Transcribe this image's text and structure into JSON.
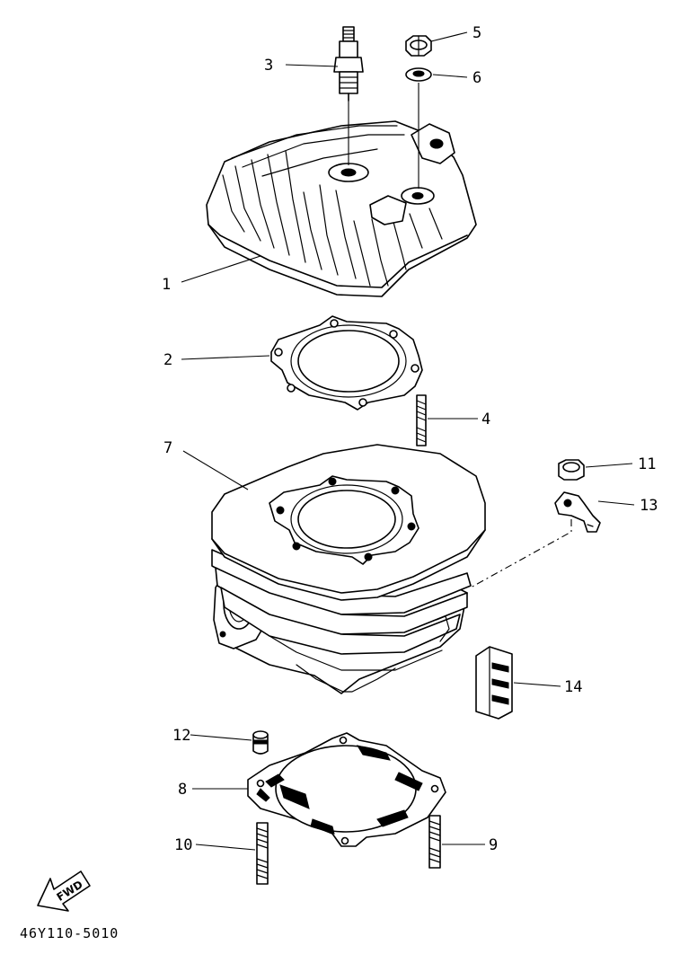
{
  "parts": [
    {
      "id": "1",
      "label": "1"
    },
    {
      "id": "2",
      "label": "2"
    },
    {
      "id": "3",
      "label": "3"
    },
    {
      "id": "4",
      "label": "4"
    },
    {
      "id": "5",
      "label": "5"
    },
    {
      "id": "6",
      "label": "6"
    },
    {
      "id": "7",
      "label": "7"
    },
    {
      "id": "8",
      "label": "8"
    },
    {
      "id": "9",
      "label": "9"
    },
    {
      "id": "10",
      "label": "10"
    },
    {
      "id": "11",
      "label": "11"
    },
    {
      "id": "12",
      "label": "12"
    },
    {
      "id": "13",
      "label": "13"
    },
    {
      "id": "14",
      "label": "14"
    }
  ],
  "fwd_label": "FWD",
  "diagram_code": "46Y110-5010"
}
